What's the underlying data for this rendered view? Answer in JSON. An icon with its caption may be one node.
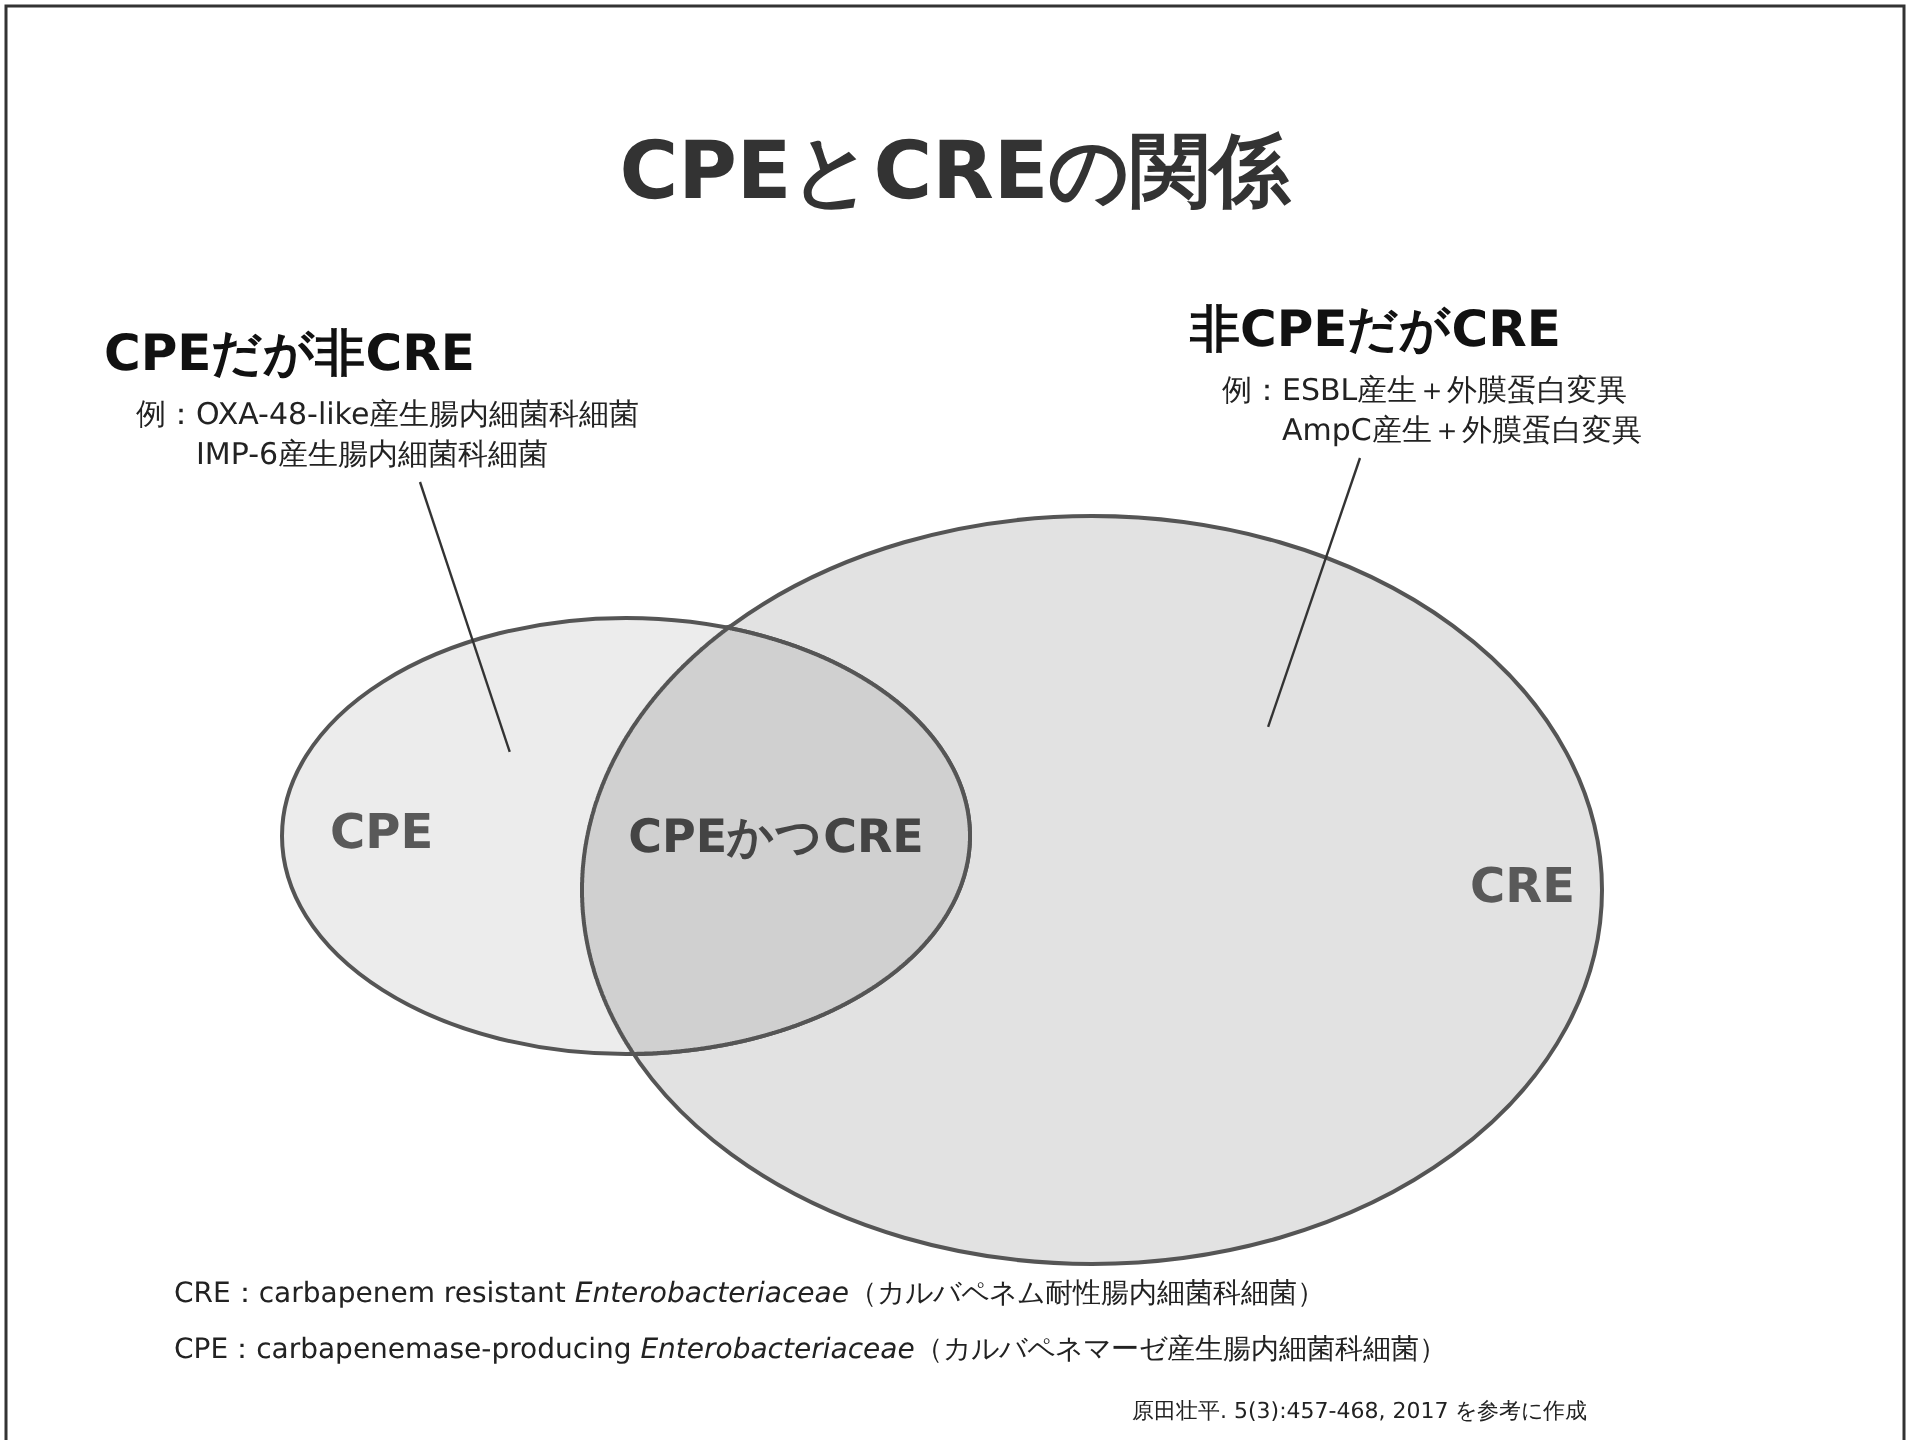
{
  "diagram": {
    "title": "CPEとCREの関係",
    "nodes": [
      {
        "text": [
          "CPE"
        ]
      },
      {
        "text": [
          "CRE"
        ]
      },
      {
        "text": [
          "CPEかつCRE"
        ]
      },
      {
        "text": [
          "CPEだが非CRE",
          "例：OXA-48-like産生腸内細菌科細菌 IMP-6産生腸内細菌科細菌"
        ]
      },
      {
        "text": [
          "非CPEだがCRE",
          "例：ESBL産生＋外膜蛋白変異 AmpC産生＋外膜蛋白変異"
        ]
      }
    ],
    "edges": [
      {
        "from": 3,
        "to": 0,
        "arrow": "none"
      },
      {
        "from": 4,
        "to": 1,
        "arrow": "none"
      }
    ],
    "labels": [
      "CRE：carbapenem resistant *Enterobacteriaceae*（カルバペネム耐性腸内細菌科細菌）",
      "CPE：carbapenemase-producing *Enterobacteriaceae*（カルバペネマーゼ産生腸内細菌科細菌）",
      "原田壮平. 5(3):457-468, 2017 を参考に作成"
    ]
  }
}
